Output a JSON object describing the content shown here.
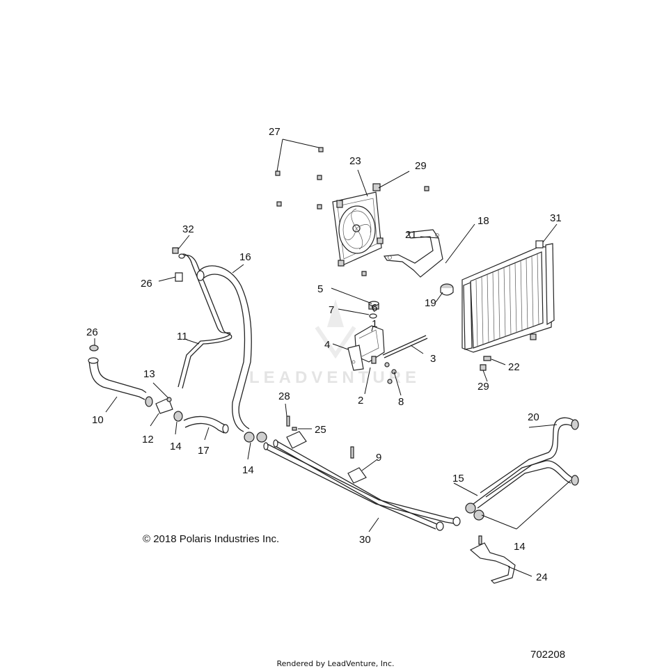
{
  "diagram": {
    "copyright": "© 2018 Polaris Industries Inc.",
    "rendered_by": "Rendered by LeadVenture, Inc.",
    "diagram_id": "702208",
    "watermark": "LEADVENTURE",
    "callouts": {
      "c1": "1",
      "c2": "2",
      "c3": "3",
      "c4": "4",
      "c5": "5",
      "c6": "6",
      "c7": "7",
      "c8": "8",
      "c9": "9",
      "c10": "10",
      "c11": "11",
      "c12": "12",
      "c13": "13",
      "c14a": "14",
      "c14b": "14",
      "c14c": "14",
      "c15": "15",
      "c16": "16",
      "c17": "17",
      "c18": "18",
      "c19": "19",
      "c20": "20",
      "c21": "21",
      "c22": "22",
      "c23": "23",
      "c24": "24",
      "c25": "25",
      "c26a": "26",
      "c26b": "26",
      "c27": "27",
      "c28": "28",
      "c29a": "29",
      "c29b": "29",
      "c30": "30",
      "c31": "31",
      "c32": "32"
    }
  }
}
